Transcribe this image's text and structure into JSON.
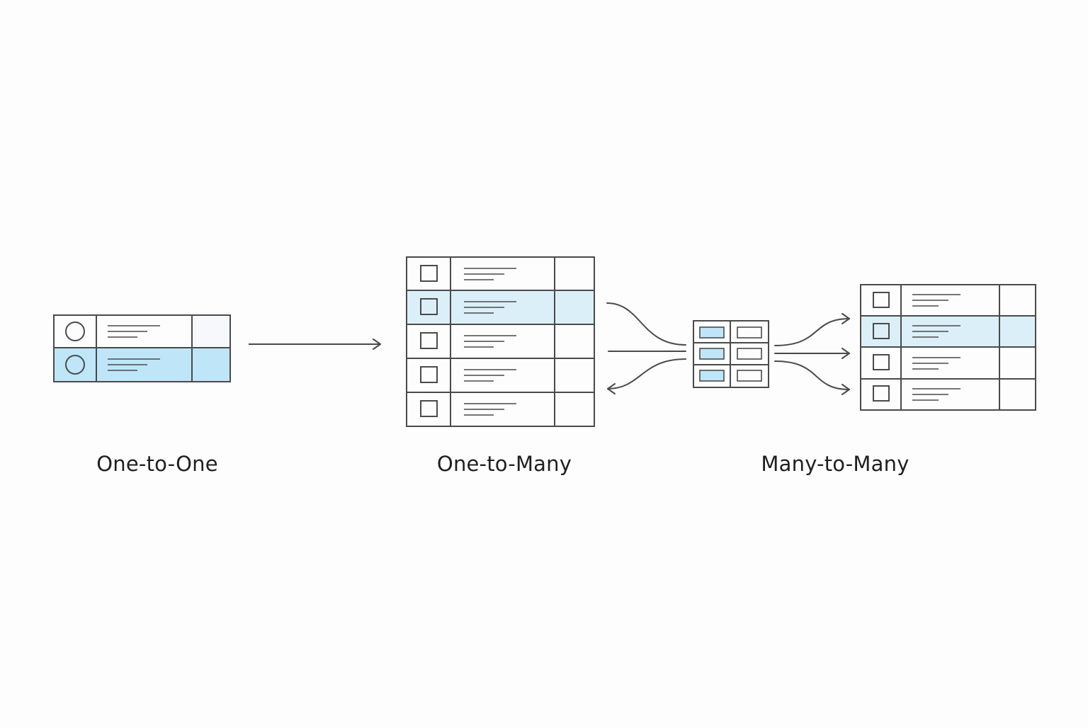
{
  "labels": {
    "one_to_one": "One-to-One",
    "one_to_many": "One-to-Many",
    "many_to_many": "Many-to-Many"
  },
  "tables": {
    "one_to_one": {
      "rows": 2,
      "highlighted_rows": [
        1
      ],
      "marker": "circle"
    },
    "one_to_many": {
      "rows": 5,
      "highlighted_rows": [
        1
      ],
      "marker": "square"
    },
    "junction": {
      "rows": 3,
      "columns": 2
    },
    "many_to_many": {
      "rows": 4,
      "highlighted_rows": [
        1
      ],
      "marker": "square"
    }
  },
  "colors": {
    "stroke": "#4a4a4a",
    "highlight_strong": "#bfe6f8",
    "highlight_light": "#dbeff9",
    "junction_fill": "#bfe6f8",
    "background": "#fdfdfd",
    "text": "#1f1f1f"
  }
}
